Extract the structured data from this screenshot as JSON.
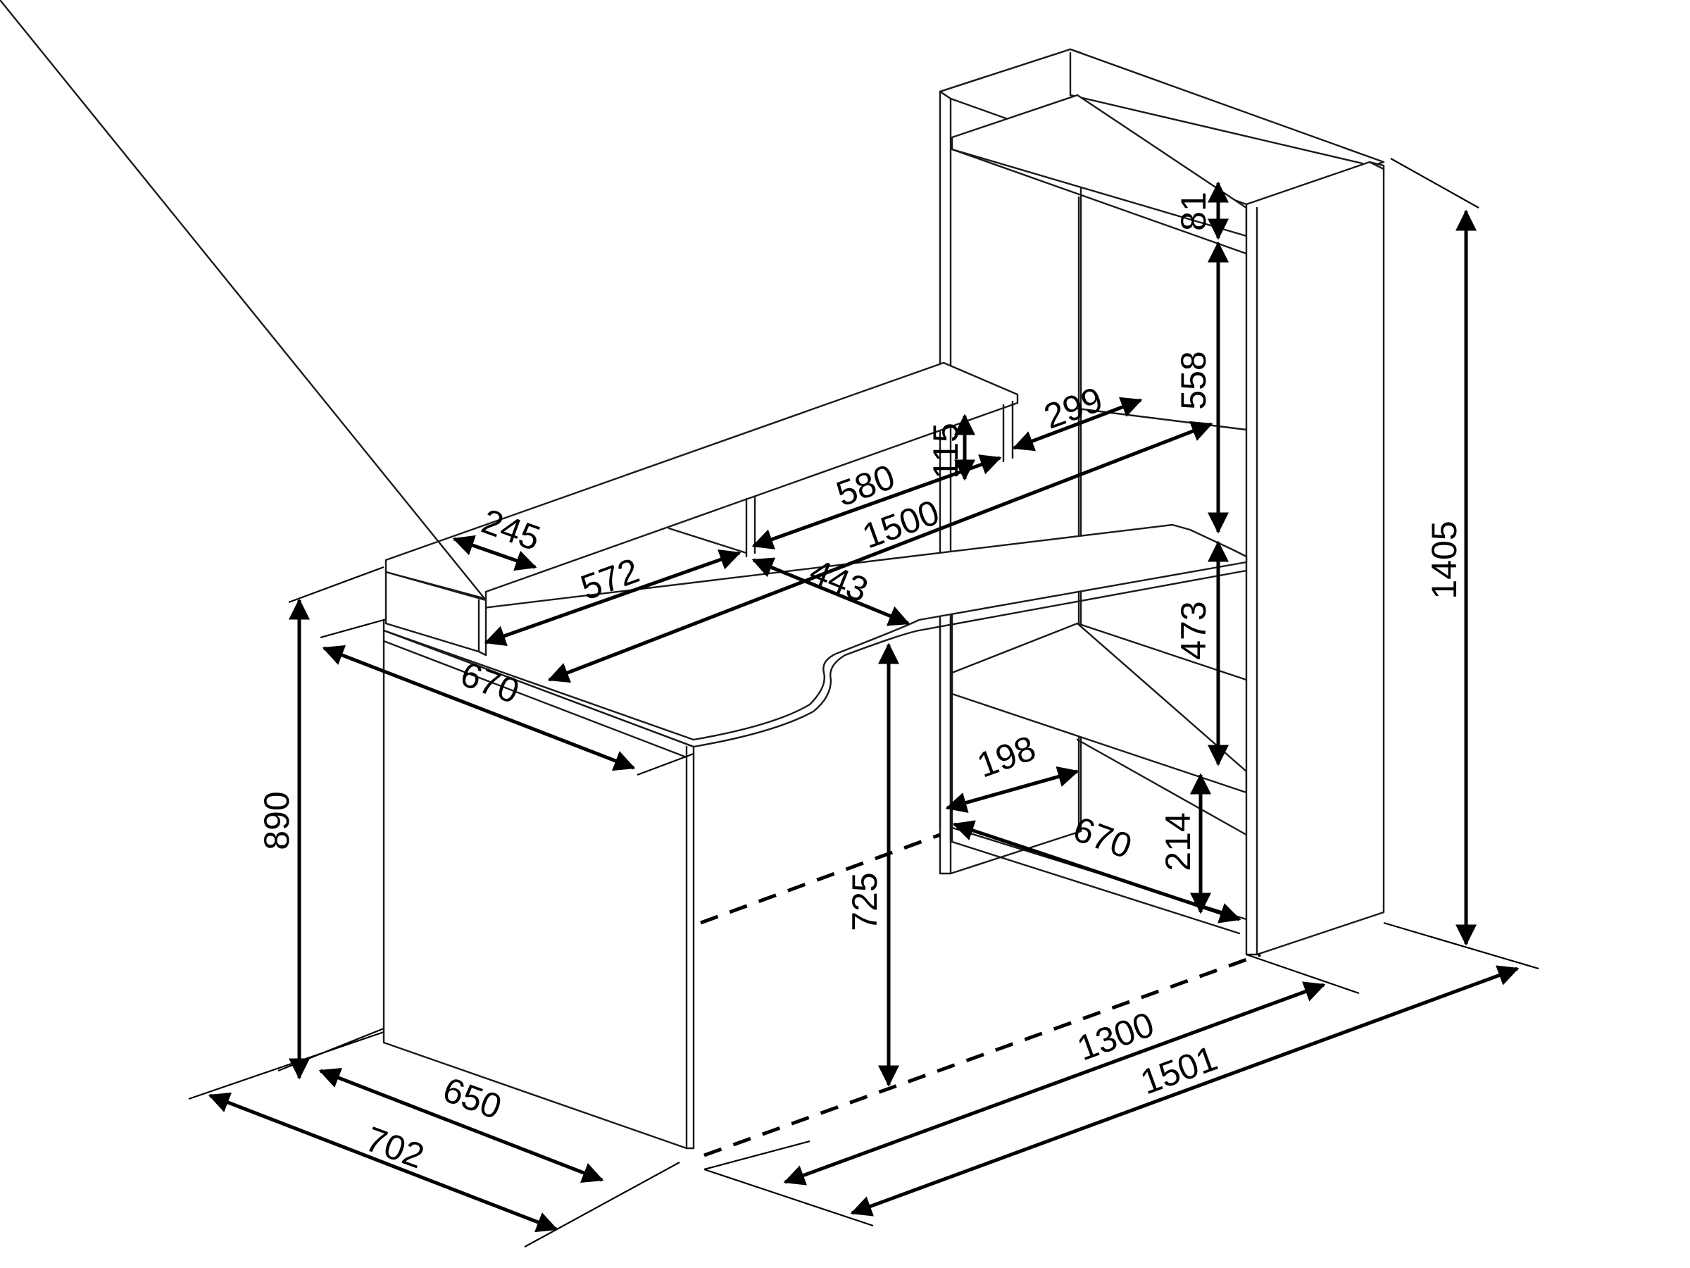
{
  "dimensions": {
    "d81": "81",
    "d558": "558",
    "d299": "299",
    "d115": "115",
    "d580": "580",
    "d1500": "1500",
    "d245": "245",
    "d572": "572",
    "d443": "443",
    "d670_top": "670",
    "d473": "473",
    "d1405": "1405",
    "d890": "890",
    "d198": "198",
    "d670_base": "670",
    "d214": "214",
    "d725": "725",
    "d1300": "1300",
    "d1501": "1501",
    "d650": "650",
    "d702": "702"
  }
}
